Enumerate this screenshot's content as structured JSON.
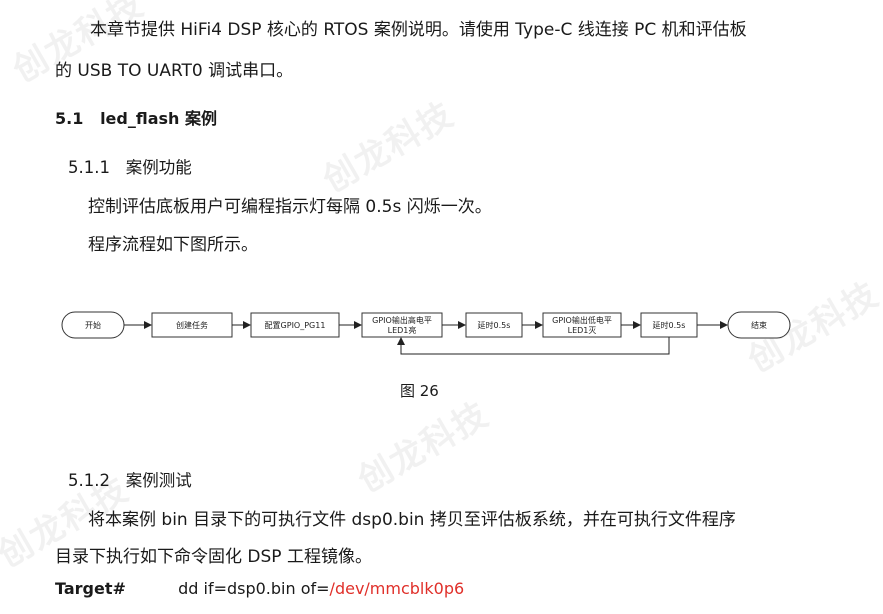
{
  "watermark": "创龙科技",
  "intro": {
    "line1": "本章节提供 HiFi4 DSP 核心的 RTOS 案例说明。请使用 Type-C 线连接 PC 机和评估板",
    "line2": "的 USB TO UART0 调试串口。"
  },
  "section": {
    "number": "5.1",
    "title": "led_flash 案例"
  },
  "sub1": {
    "number": "5.1.1",
    "title": "案例功能",
    "para1": "控制评估底板用户可编程指示灯每隔 0.5s 闪烁一次。",
    "para2": "程序流程如下图所示。"
  },
  "flow": {
    "start": "开始",
    "step1": "创建任务",
    "step2": "配置GPIO_PG11",
    "step3_line1": "GPIO输出高电平",
    "step3_line2": "LED1亮",
    "step4": "延时0.5s",
    "step5_line1": "GPIO输出低电平",
    "step5_line2": "LED1灭",
    "step6": "延时0.5s",
    "end": "结束"
  },
  "caption": "图 26",
  "sub2": {
    "number": "5.1.2",
    "title": "案例测试",
    "para_line1": "将本案例 bin 目录下的可执行文件 dsp0.bin 拷贝至评估板系统，并在可执行文件程序",
    "para_line2": "目录下执行如下命令固化 DSP 工程镜像。"
  },
  "command": {
    "label": "Target#",
    "text": "dd  if=dsp0.bin  of=",
    "path": "/dev/mmcblk0p6"
  },
  "colors": {
    "path_red": "#e0302a"
  }
}
